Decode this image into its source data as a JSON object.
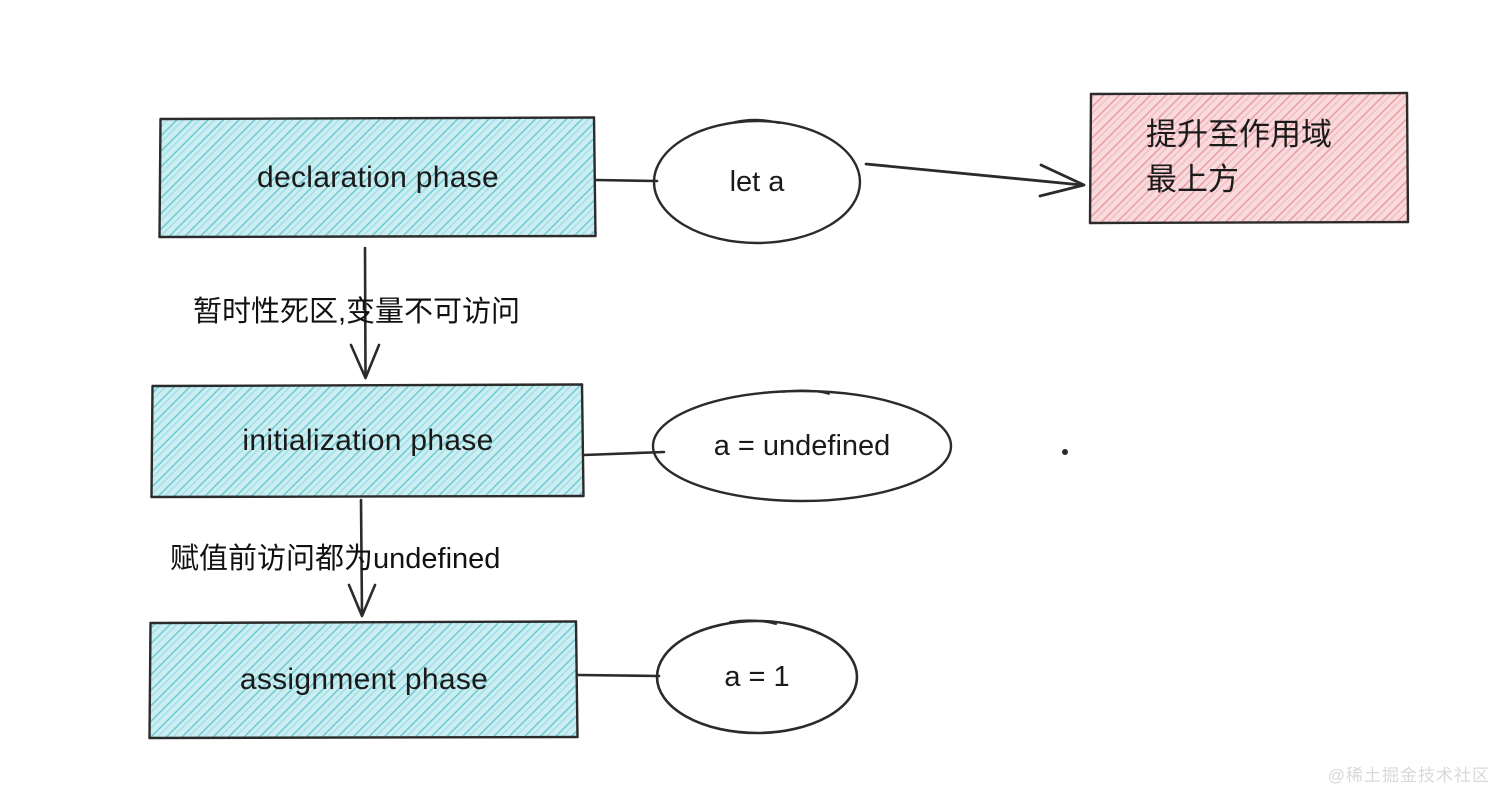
{
  "diagram": {
    "title": "JavaScript let variable lifecycle (hoisting) flowchart",
    "watermark": "@稀土掘金技术社区",
    "colors": {
      "teal_fill": "#b9e4e8",
      "teal_hatch": "#4fc3cf",
      "red_fill": "#f6c9cc",
      "red_hatch": "#e8959b",
      "stroke": "#2b2b2b",
      "text": "#1a1a1a",
      "watermark": "#d9d9d9"
    },
    "phase_boxes": [
      {
        "id": "declaration",
        "label": "declaration phase",
        "fill": "teal"
      },
      {
        "id": "initialization",
        "label": "initialization phase",
        "fill": "teal"
      },
      {
        "id": "assignment",
        "label": "assignment phase",
        "fill": "teal"
      }
    ],
    "value_ellipses": [
      {
        "id": "let-a",
        "label": "let a"
      },
      {
        "id": "a-undefined",
        "label": "a = undefined"
      },
      {
        "id": "a-one",
        "label": "a = 1"
      }
    ],
    "hoist_box": {
      "id": "hoist-note",
      "line1": "提升至作用域",
      "line2": "最上方",
      "fill": "red"
    },
    "edge_labels": [
      {
        "id": "tdz",
        "text": "暂时性死区,变量不可访问"
      },
      {
        "id": "pre-assign",
        "text": "赋值前访问都为undefined"
      }
    ]
  }
}
